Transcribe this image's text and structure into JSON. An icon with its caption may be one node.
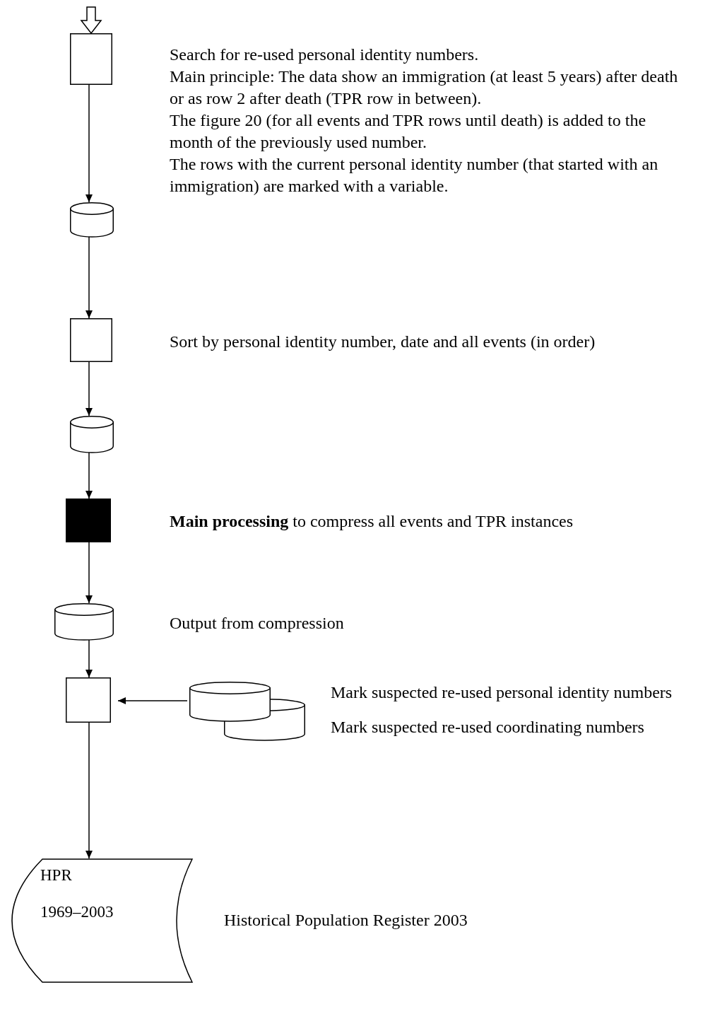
{
  "diagram": {
    "nodes": [
      {
        "text": [],
        "shape": "box",
        "beside": [
          "Search for re-used personal identity numbers.",
          "Main principle: The data show an immigration (at least 5 years) after death or as row 2 after death (TPR row in between).",
          "The figure 20 (for all events and TPR rows until death) is added to the month of the previously used number.",
          "The rows with the current personal identity number (that started with an immigration) are marked with a variable."
        ]
      },
      {
        "text": [],
        "shape": "cylinder"
      },
      {
        "text": [],
        "shape": "box",
        "beside": [
          "Sort by personal identity number, date and all events (in order)"
        ]
      },
      {
        "text": [],
        "shape": "cylinder"
      },
      {
        "text": [],
        "shape": "box",
        "beside": [
          "**Main processing** to compress all events and TPR instances"
        ]
      },
      {
        "text": [],
        "shape": "cylinder",
        "beside": [
          "Output from compression"
        ]
      },
      {
        "text": [],
        "shape": "box"
      },
      {
        "text": [],
        "shape": "cylinder"
      },
      {
        "text": [],
        "shape": "cylinder",
        "beside": [
          "Mark suspected re-used personal identity numbers",
          "Mark suspected re-used coordinating numbers"
        ]
      },
      {
        "text": [
          "HPR",
          "1969–2003"
        ],
        "beside": [
          "Historical Population Register 2003"
        ]
      }
    ],
    "edges": [
      {
        "from": null,
        "to": 0,
        "arrow": "to"
      },
      {
        "from": 0,
        "to": 1,
        "arrow": "to"
      },
      {
        "from": 1,
        "to": 2,
        "arrow": "to"
      },
      {
        "from": 2,
        "to": 3,
        "arrow": "to"
      },
      {
        "from": 3,
        "to": 4,
        "arrow": "to"
      },
      {
        "from": 4,
        "to": 5,
        "arrow": "to"
      },
      {
        "from": 5,
        "to": 6,
        "arrow": "to"
      },
      {
        "from": 7,
        "to": 6,
        "arrow": "to"
      },
      {
        "from": 6,
        "to": 9,
        "arrow": "to"
      }
    ]
  }
}
